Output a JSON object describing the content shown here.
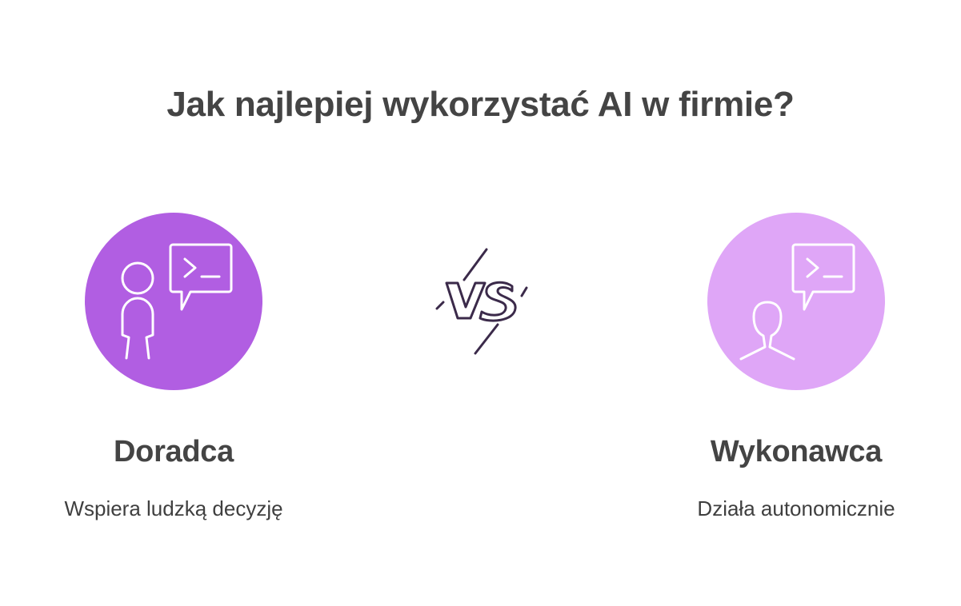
{
  "title": "Jak najlepiej wykorzystać AI w firmie?",
  "left": {
    "heading": "Doradca",
    "description": "Wspiera ludzką decyzję",
    "color": "#b15ee2",
    "icon": "person-with-terminal-speech-bubble-icon"
  },
  "right": {
    "heading": "Wykonawca",
    "description": "Działa autonomicznie",
    "color": "#dfa6f7",
    "icon": "bust-with-terminal-speech-bubble-icon"
  },
  "versus": {
    "label": "VS",
    "color": "#3b2a4a",
    "icon": "lightning-vs-icon"
  }
}
